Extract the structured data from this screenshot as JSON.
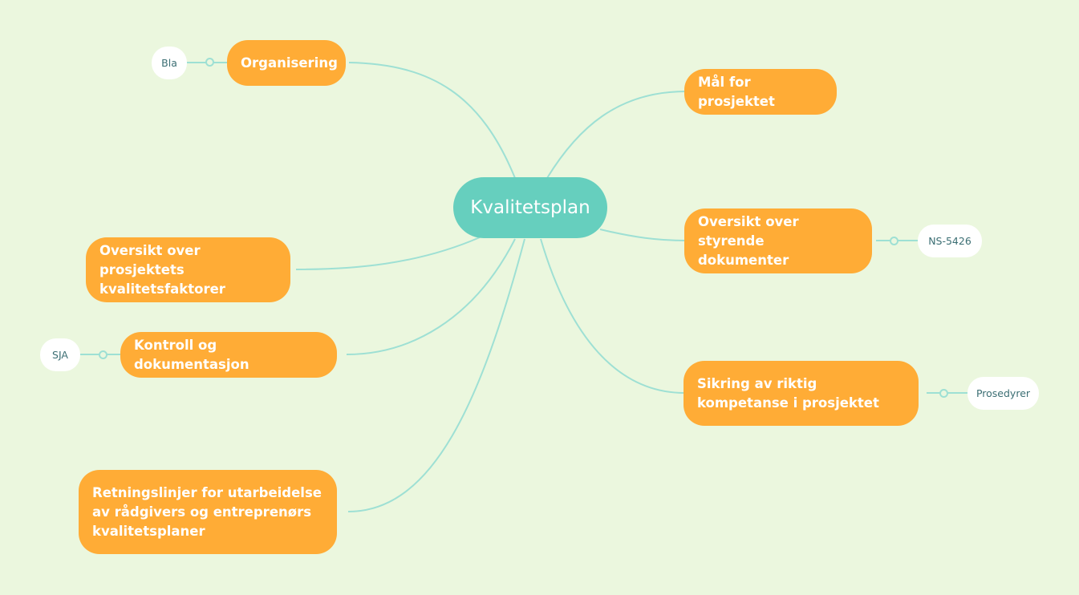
{
  "center": {
    "label": "Kvalitetsplan"
  },
  "branches": [
    {
      "label": "Organisering",
      "leaf": "Bla"
    },
    {
      "label": "Mål for prosjektet"
    },
    {
      "label": "Oversikt over styrende dokumenter",
      "leaf": "NS-5426"
    },
    {
      "label": "Oversikt over prosjektets kvalitetsfaktorer"
    },
    {
      "label": "Kontroll og dokumentasjon",
      "leaf": "SJA"
    },
    {
      "label": "Sikring av riktig kompetanse i prosjektet",
      "leaf": "Prosedyrer"
    },
    {
      "label": "Retningslinjer for utarbeidelse av rådgivers og entreprenørs kvalitetsplaner"
    }
  ],
  "colors": {
    "background": "#ebf7de",
    "central_topic": "#66cfbe",
    "main_topic": "#ffac36",
    "connector": "#9ee0d4",
    "leaf_text": "#3b6e73"
  }
}
